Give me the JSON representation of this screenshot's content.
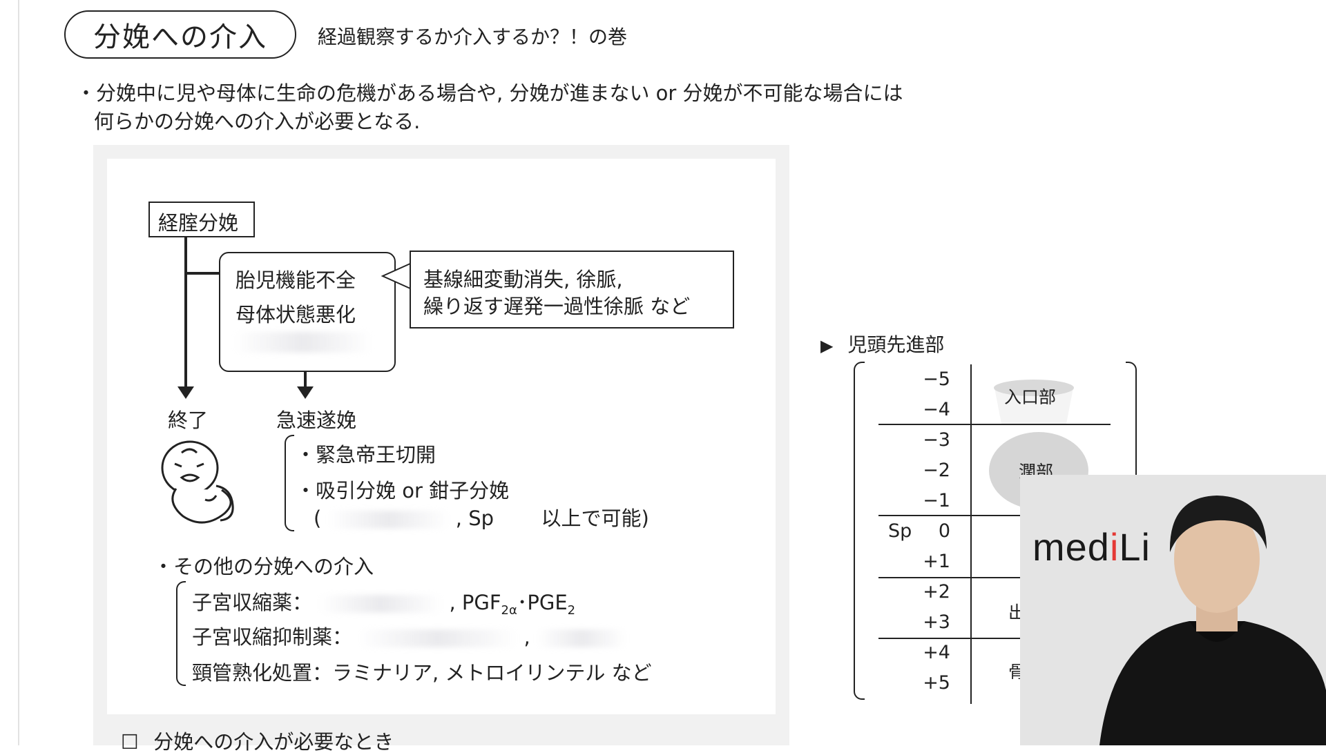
{
  "header": {
    "title": "分娩への介入",
    "subtitle": "経過観察するか介入するか？！の巻"
  },
  "intro": {
    "line1": "・分娩中に児や母体に生命の危機がある場合や, 分娩が進まない or 分娩が不可能な場合には",
    "line2": "何らかの分娩への介入が必要となる."
  },
  "flow": {
    "start_box": "経腟分娩",
    "condition1": "胎児機能不全",
    "condition2": "母体状態悪化",
    "callout_line1": "基線細変動消失, 徐脈,",
    "callout_line2": "繰り返す遅発一過性徐脈 など",
    "end_label": "終了",
    "rapid_label": "急速遂娩",
    "option1": "・緊急帝王切開",
    "option2": "・吸引分娩 or 鉗子分娩",
    "option3_open": "(",
    "option3_sp": ", Sp",
    "option3_tail": "以上で可能)"
  },
  "other": {
    "heading": "・その他の分娩への介入",
    "item1_label": "子宮収縮薬：",
    "item1_tail": ", PGF",
    "item1_sub": "2α",
    "item1_mid": "･PGE",
    "item1_sub2": "2",
    "item2_label": "子宮収縮抑制薬：",
    "item2_comma": ",",
    "item3": "頸管熟化処置：ラミナリア, メトロイリンテル など"
  },
  "footer_item": {
    "checkbox": "☐",
    "text": "分娩への介入が必要なとき"
  },
  "station": {
    "heading_marker": "▶",
    "heading": "児頭先進部",
    "sp_label": "Sp",
    "values": [
      "−5",
      "−4",
      "−3",
      "−2",
      "−1",
      "0",
      "+1",
      "+2",
      "+3",
      "+4",
      "+5"
    ],
    "region_inlet": "入口部",
    "region_wide": "濶部",
    "region_partial_1": "出",
    "region_partial_2": "骨"
  },
  "webcam": {
    "brand_prefix": "med",
    "brand_i": "i",
    "brand_suffix": "Li"
  }
}
